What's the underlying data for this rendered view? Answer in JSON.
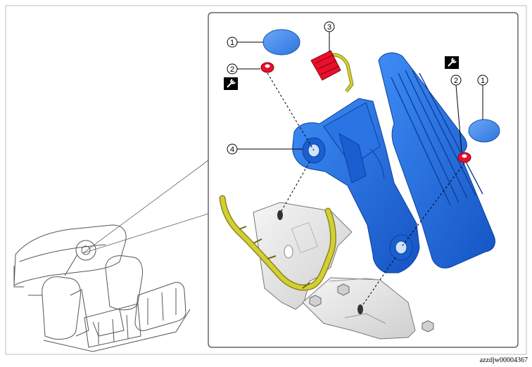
{
  "figure": {
    "id": "azzdjw00004367"
  },
  "callouts": [
    {
      "number": "1"
    },
    {
      "number": "2"
    },
    {
      "number": "3"
    },
    {
      "number": "4"
    },
    {
      "number": "2"
    },
    {
      "number": "1"
    }
  ],
  "icons": {
    "torque": "wrench-icon"
  },
  "colors": {
    "pedal_blue": "#1f6fe0",
    "nut_red": "#e8102a",
    "harness_yellow": "#c9c52a",
    "bracket_gray": "#e4e4e4",
    "cap_blue": "#4a90ee"
  }
}
